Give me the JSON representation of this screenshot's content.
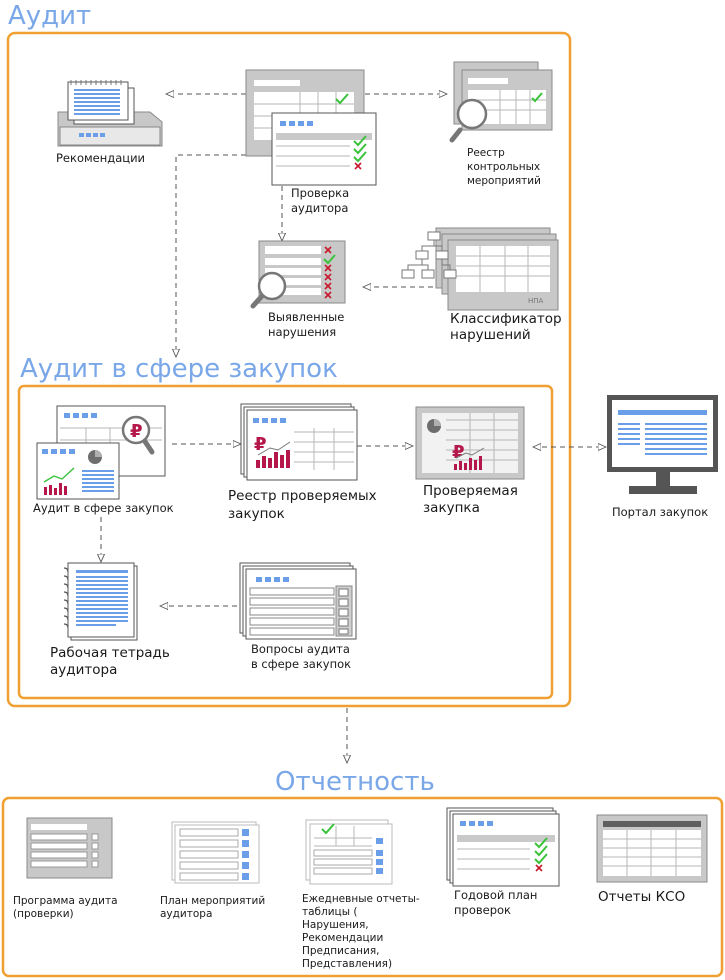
{
  "sections": {
    "audit": "Аудит",
    "procurement": "Аудит в сфере закупок",
    "reporting": "Отчетность"
  },
  "nodes": {
    "recommendations": [
      "Рекомендации"
    ],
    "auditor_check": [
      "Проверка",
      "аудитора"
    ],
    "control_registry": [
      "Реестр",
      "контрольных",
      "мероприятий"
    ],
    "violations_found": [
      "Выявленные",
      "нарушения"
    ],
    "violations_classifier": [
      "Классификатор",
      "нарушений"
    ],
    "npa_tag": "НПА",
    "procurement_audit": [
      "Аудит в сфере закупок"
    ],
    "checked_registry": [
      "Реестр проверяемых",
      "закупок"
    ],
    "checked_purchase": [
      "Проверяемая",
      "закупка"
    ],
    "procurement_portal": [
      "Портал закупок"
    ],
    "auditor_workbook": [
      "Рабочая тетрадь",
      "аудитора"
    ],
    "audit_questions": [
      "Вопросы аудита",
      "в сфере закупок"
    ]
  },
  "reports": {
    "audit_program": [
      "Программа аудита",
      "(проверки)"
    ],
    "auditor_plan": [
      "План мероприятий",
      "аудитора"
    ],
    "daily_reports": [
      "Ежедневные отчеты-",
      "таблицы (",
      "Нарушения,",
      "Рекомендации",
      "Предписания,",
      "Представления)"
    ],
    "annual_plan": [
      "Годовой план",
      "проверок"
    ],
    "kso_reports": [
      "Отчеты КСО"
    ]
  },
  "colors": {
    "frame": "#f0a030",
    "title": "#79a7e8",
    "accent_blue": "#6b9ee8",
    "ruble": "#b5174a",
    "check": "#3bc23b",
    "cross": "#c8192f"
  }
}
